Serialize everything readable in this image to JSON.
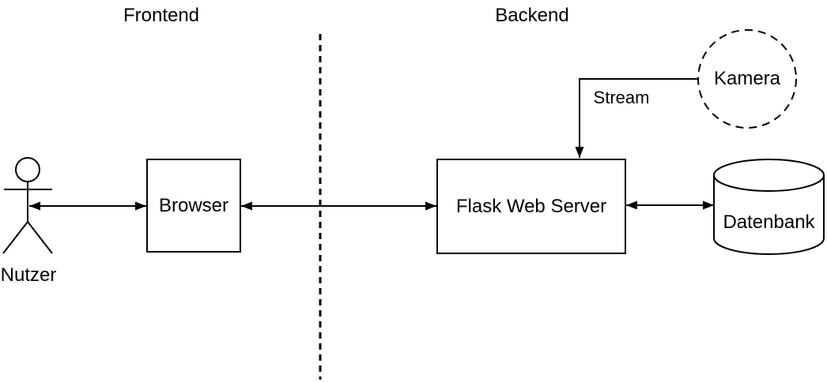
{
  "diagram": {
    "regions": [
      {
        "label": "Frontend"
      },
      {
        "label": "Backend"
      }
    ],
    "nodes": {
      "nutzer": {
        "label": "Nutzer",
        "shape": "actor-stick-figure"
      },
      "browser": {
        "label": "Browser",
        "shape": "rectangle"
      },
      "flask": {
        "label": "Flask Web Server",
        "shape": "rectangle"
      },
      "kamera": {
        "label": "Kamera",
        "shape": "dashed-circle"
      },
      "datenbank": {
        "label": "Datenbank",
        "shape": "cylinder"
      }
    },
    "edges": [
      {
        "from": "Nutzer",
        "to": "Browser",
        "style": "double-headed-arrow",
        "label": ""
      },
      {
        "from": "Browser",
        "to": "Flask Web Server",
        "style": "double-headed-arrow",
        "label": ""
      },
      {
        "from": "Kamera",
        "to": "Flask Web Server",
        "style": "single-headed-arrow",
        "label": "Stream"
      },
      {
        "from": "Flask Web Server",
        "to": "Datenbank",
        "style": "double-headed-arrow",
        "label": ""
      }
    ],
    "separator": {
      "style": "vertical-dashed-line",
      "between": "Frontend | Backend"
    },
    "colors": {
      "stroke": "#000000",
      "text": "#000000",
      "background": "#ffffff"
    }
  }
}
